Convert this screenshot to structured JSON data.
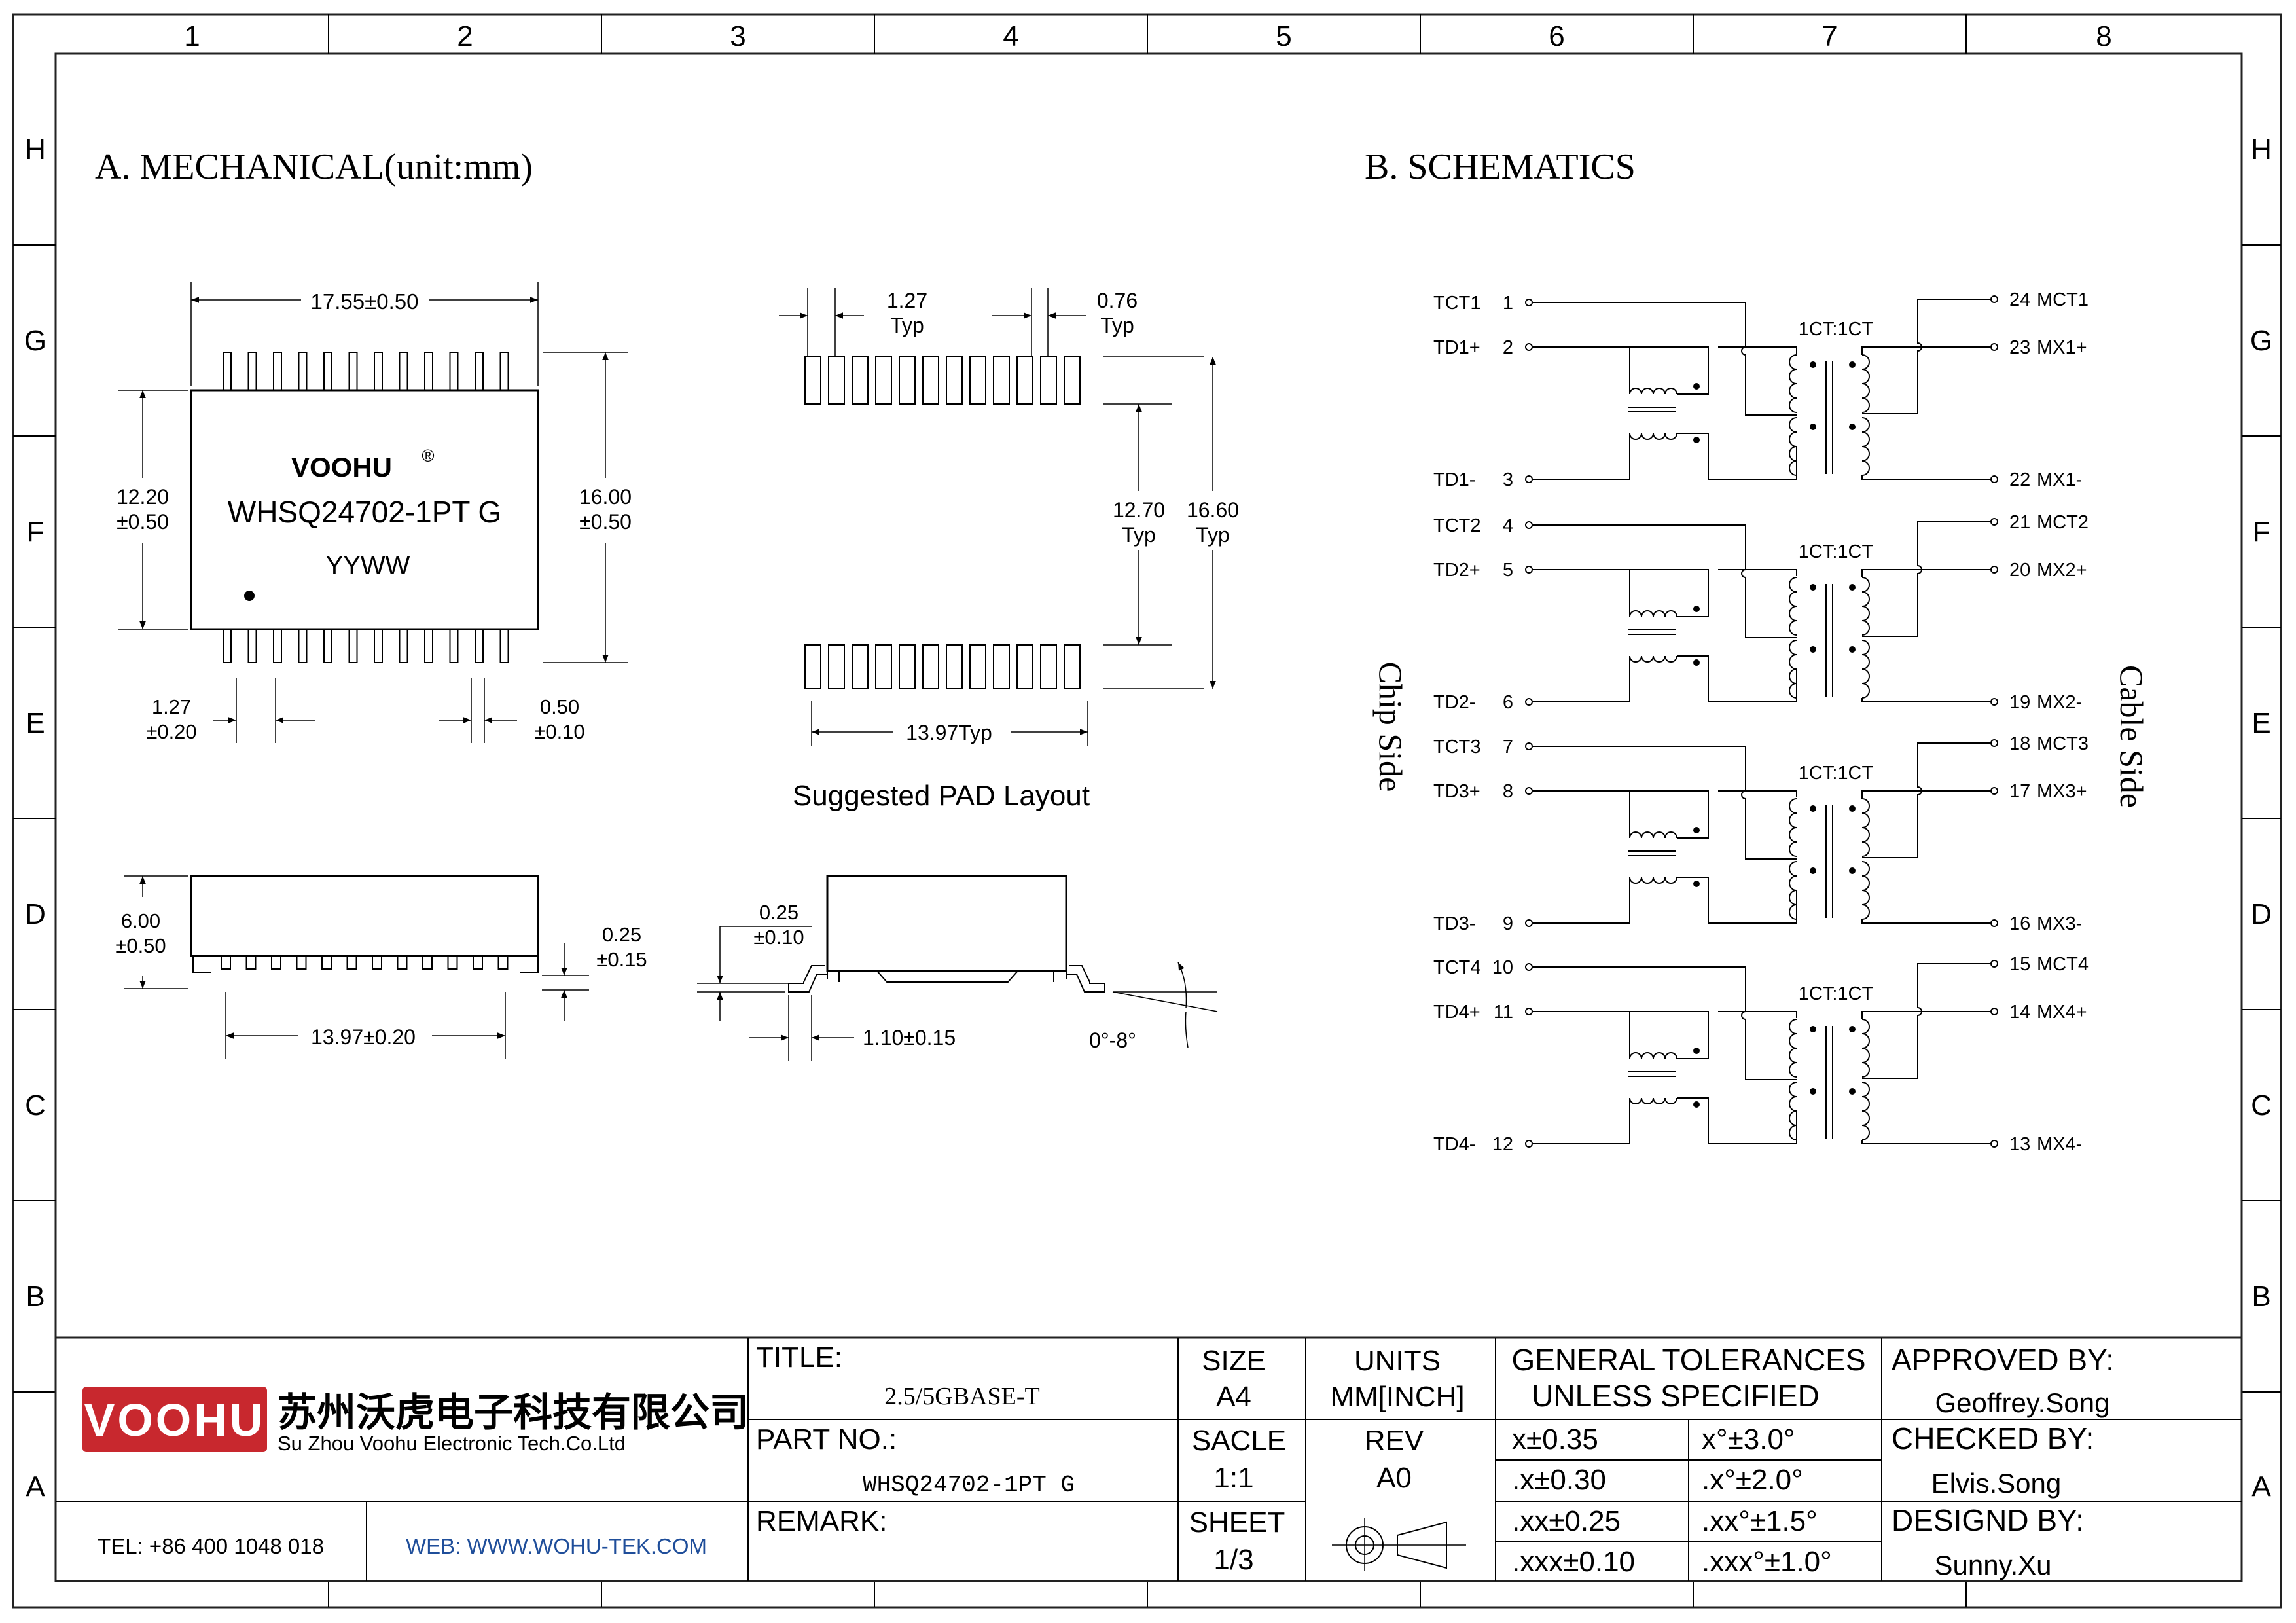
{
  "grid": {
    "columns": [
      "1",
      "2",
      "3",
      "4",
      "5",
      "6",
      "7",
      "8"
    ],
    "rows": [
      "H",
      "G",
      "F",
      "E",
      "D",
      "C",
      "B",
      "A"
    ]
  },
  "mechanical": {
    "heading": "A. MECHANICAL(unit:mm)",
    "brand": "VOOHU",
    "brand_reg": "®",
    "part_marking": "WHSQ24702-1PT G",
    "date_code": "YYWW",
    "dims": {
      "width": "17.55±0.50",
      "body_h1": "12.20",
      "body_h2": "±0.50",
      "span_h1": "16.00",
      "span_h2": "±0.50",
      "pitch1": "1.27",
      "pitch2": "±0.20",
      "lead1": "0.50",
      "lead2": "±0.10",
      "height1": "6.00",
      "height2": "±0.50",
      "stand1": "0.25",
      "stand2": "±0.15",
      "lead_span": "13.97±0.20",
      "lt1": "0.25",
      "lt2": "±0.10",
      "foot": "1.10±0.15",
      "angle": "0°-8°"
    }
  },
  "pad_layout": {
    "caption": "Suggested PAD Layout",
    "pitch1": "1.27",
    "pitch2": "Typ",
    "pad_w1": "0.76",
    "pad_w2": "Typ",
    "inner1": "12.70",
    "inner2": "Typ",
    "outer1": "16.60",
    "outer2": "Typ",
    "span": "13.97Typ"
  },
  "schematics": {
    "heading": "B. SCHEMATICS",
    "chip_side": "Chip Side",
    "cable_side": "Cable Side",
    "channels": [
      {
        "ratio": "1CT:1CT",
        "tct": "TCT1",
        "tct_pin": "1",
        "tdp": "TD1+",
        "tdp_pin": "2",
        "tdn": "TD1-",
        "tdn_pin": "3",
        "mct": "MCT1",
        "mct_pin": "24",
        "mxp": "MX1+",
        "mxp_pin": "23",
        "mxn": "MX1-",
        "mxn_pin": "22"
      },
      {
        "ratio": "1CT:1CT",
        "tct": "TCT2",
        "tct_pin": "4",
        "tdp": "TD2+",
        "tdp_pin": "5",
        "tdn": "TD2-",
        "tdn_pin": "6",
        "mct": "MCT2",
        "mct_pin": "21",
        "mxp": "MX2+",
        "mxp_pin": "20",
        "mxn": "MX2-",
        "mxn_pin": "19"
      },
      {
        "ratio": "1CT:1CT",
        "tct": "TCT3",
        "tct_pin": "7",
        "tdp": "TD3+",
        "tdp_pin": "8",
        "tdn": "TD3-",
        "tdn_pin": "9",
        "mct": "MCT3",
        "mct_pin": "18",
        "mxp": "MX3+",
        "mxp_pin": "17",
        "mxn": "MX3-",
        "mxn_pin": "16"
      },
      {
        "ratio": "1CT:1CT",
        "tct": "TCT4",
        "tct_pin": "10",
        "tdp": "TD4+",
        "tdp_pin": "11",
        "tdn": "TD4-",
        "tdn_pin": "12",
        "mct": "MCT4",
        "mct_pin": "15",
        "mxp": "MX4+",
        "mxp_pin": "14",
        "mxn": "MX4-",
        "mxn_pin": "13"
      }
    ]
  },
  "title_block": {
    "logo_text": "VOOHU",
    "company_cn": "苏州沃虎电子科技有限公司",
    "company_en": "Su Zhou Voohu Electronic Tech.Co.Ltd",
    "tel": "TEL: +86 400 1048 018",
    "web": "WEB: WWW.WOHU-TEK.COM",
    "title_label": "TITLE:",
    "title_value": "2.5/5GBASE-T",
    "partno_label": "PART NO.:",
    "partno_value": "WHSQ24702-1PT G",
    "remark_label": "REMARK:",
    "size_label": "SIZE",
    "size_value": "A4",
    "scale_label": "SACLE",
    "scale_value": "1:1",
    "sheet_label": "SHEET",
    "sheet_value": "1/3",
    "units_label": "UNITS",
    "units_value": "MM[INCH]",
    "rev_label": "REV",
    "rev_value": "A0",
    "tol_title1": "GENERAL TOLERANCES",
    "tol_title2": "UNLESS SPECIFIED",
    "tol": [
      [
        "x±0.35",
        "x°±3.0°"
      ],
      [
        ".x±0.30",
        ".x°±2.0°"
      ],
      [
        ".xx±0.25",
        ".xx°±1.5°"
      ],
      [
        ".xxx±0.10",
        ".xxx°±1.0°"
      ]
    ],
    "approved_label": "APPROVED BY:",
    "approved_value": "Geoffrey.Song",
    "checked_label": "CHECKED BY:",
    "checked_value": "Elvis.Song",
    "designed_label": "DESIGND BY:",
    "designed_value": "Sunny.Xu"
  }
}
